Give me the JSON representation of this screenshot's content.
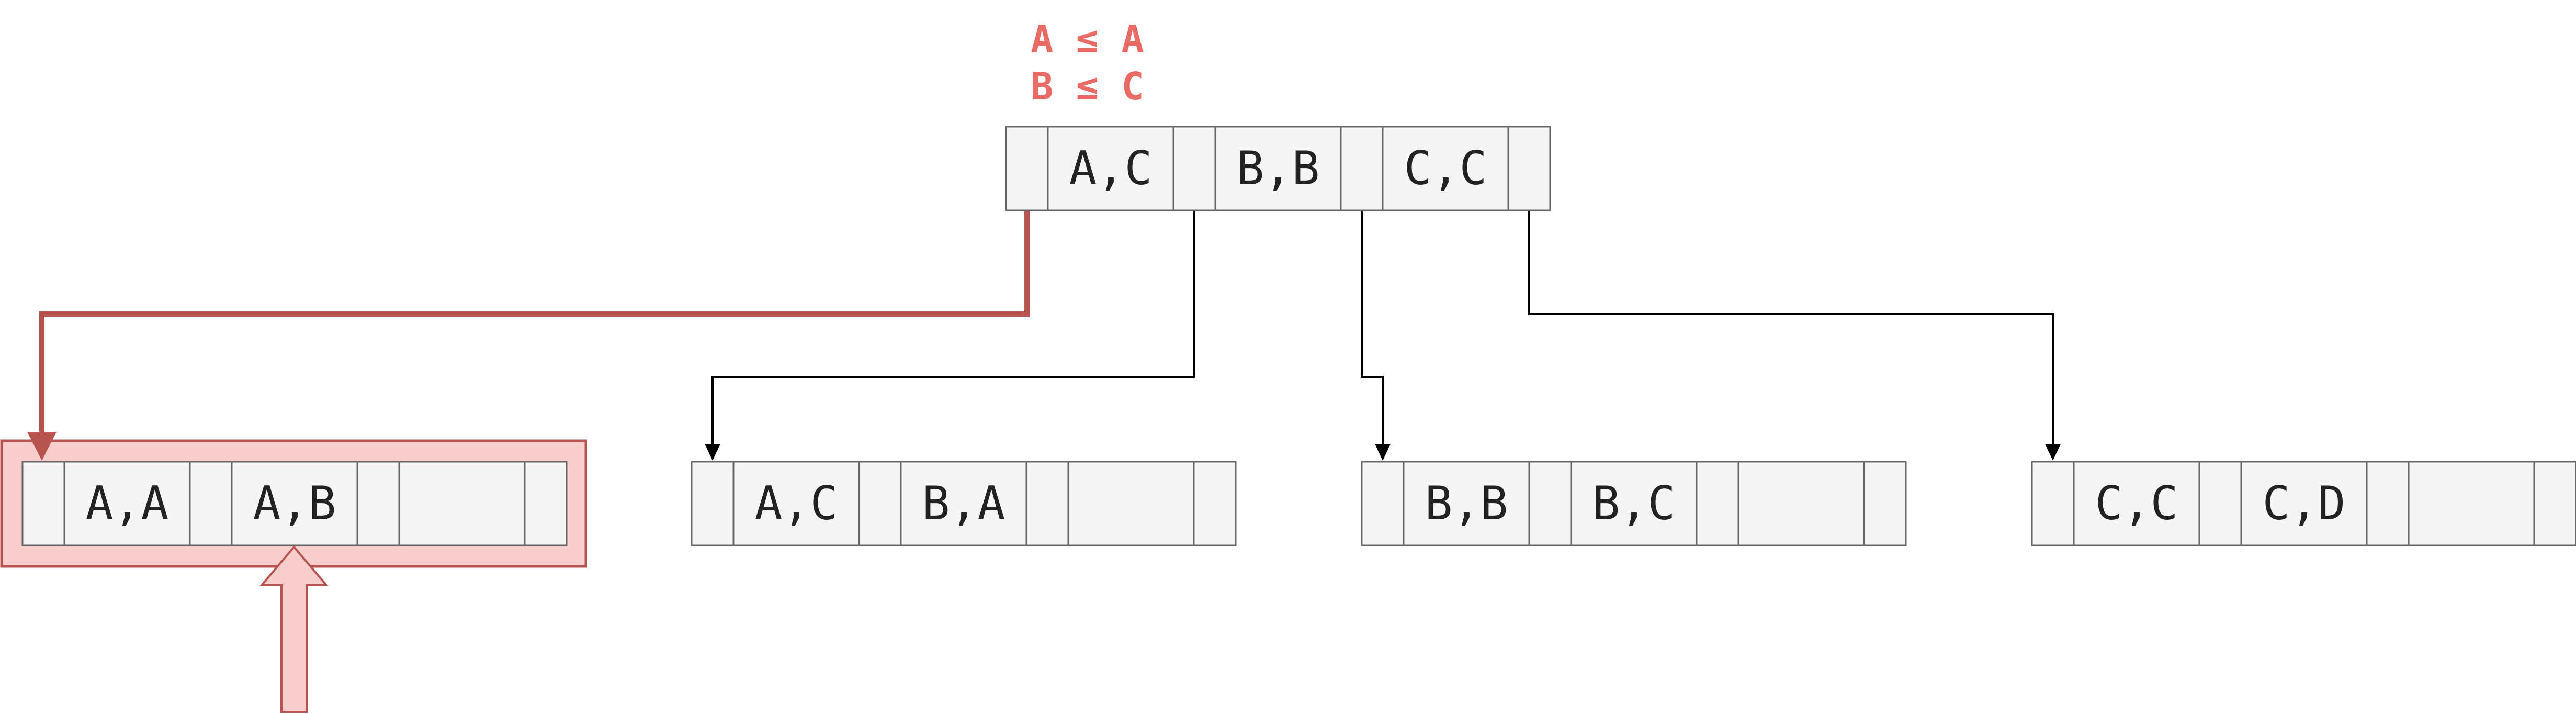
{
  "colors": {
    "highlight_fill": "#f8cecc",
    "highlight_stroke": "#b85450",
    "condition_text": "#ea6b66",
    "cell_fill": "#f5f5f5",
    "cell_stroke": "#666666",
    "edge": "#000000"
  },
  "conditions": [
    "A ≤ A",
    "B ≤ C"
  ],
  "root": {
    "keys": [
      "A,C",
      "B,B",
      "C,C"
    ]
  },
  "leaves": [
    {
      "keys": [
        "A,A",
        "A,B",
        ""
      ],
      "highlighted": true
    },
    {
      "keys": [
        "A,C",
        "B,A",
        ""
      ],
      "highlighted": false
    },
    {
      "keys": [
        "B,B",
        "B,C",
        ""
      ],
      "highlighted": false
    },
    {
      "keys": [
        "C,C",
        "C,D",
        ""
      ],
      "highlighted": false
    }
  ],
  "icons": {
    "pointer": "up-arrow-icon"
  }
}
